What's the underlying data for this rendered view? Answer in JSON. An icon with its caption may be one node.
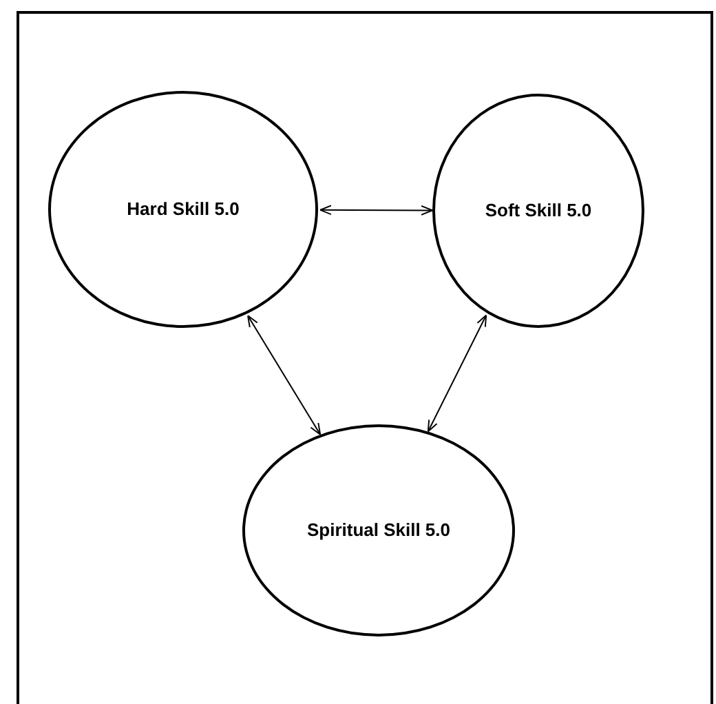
{
  "diagram": {
    "nodes": [
      {
        "text": [
          "Hard Skill 5.0"
        ]
      },
      {
        "text": [
          "Soft Skill 5.0"
        ]
      },
      {
        "text": [
          "Spiritual Skill 5.0"
        ]
      }
    ],
    "edges": [
      {
        "from": 0,
        "to": 1,
        "arrow": "both"
      },
      {
        "from": 0,
        "to": 2,
        "arrow": "both"
      },
      {
        "from": 1,
        "to": 2,
        "arrow": "both"
      }
    ]
  }
}
